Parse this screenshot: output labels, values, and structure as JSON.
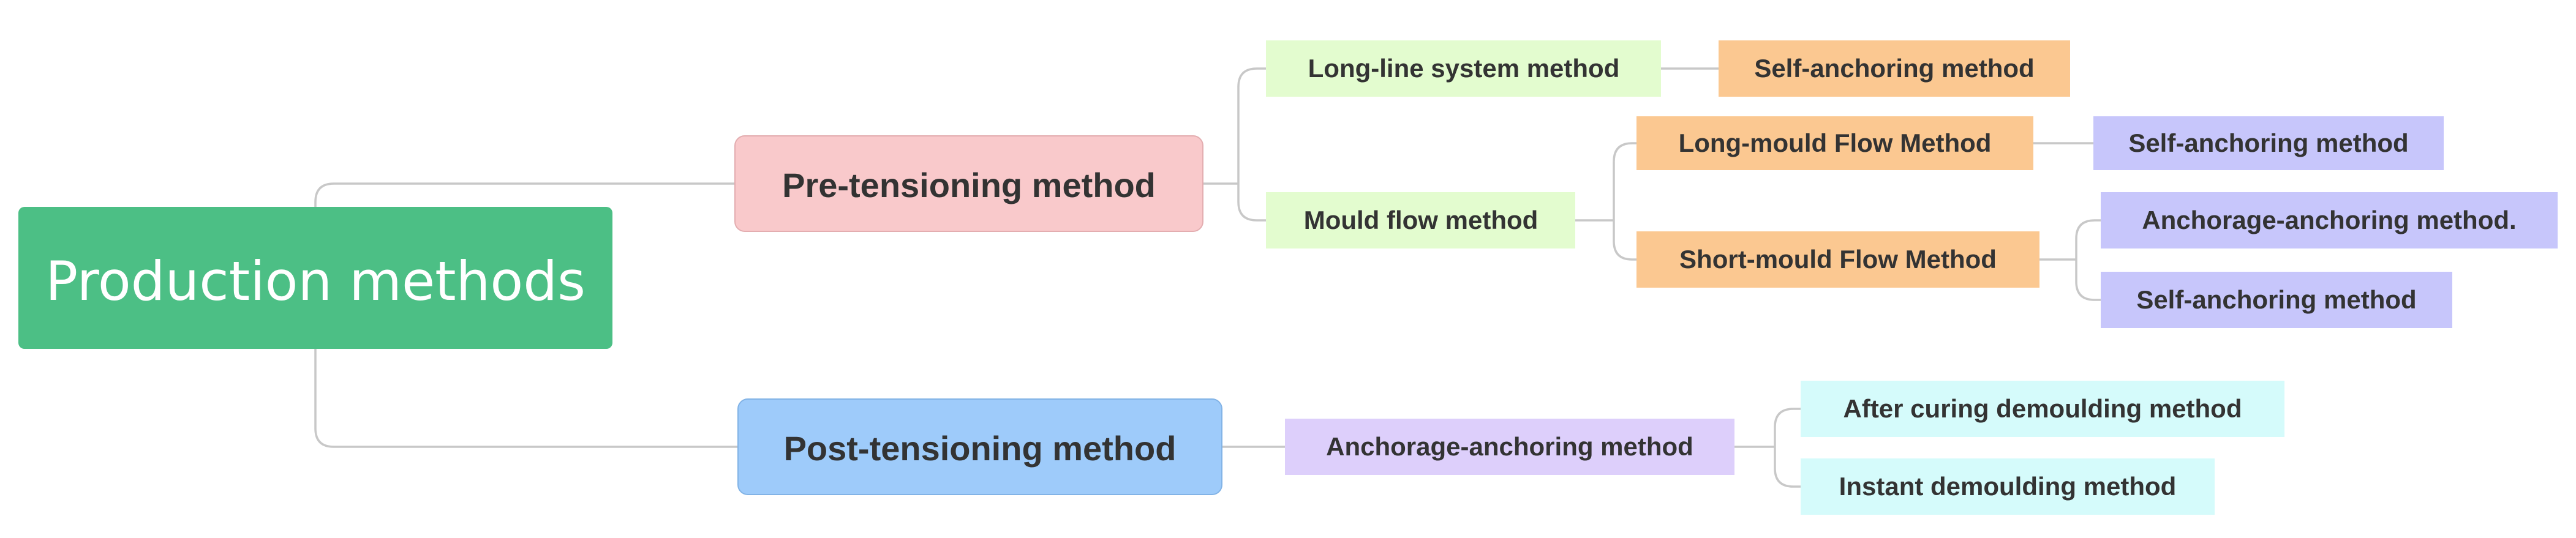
{
  "colors": {
    "root": "#4cbf85",
    "pre_tensioning": "#f9c9cb",
    "post_tensioning": "#9ecbfa",
    "light_green": "#e3fccf",
    "orange": "#fbc891",
    "lavender": "#c7c6fb",
    "purple": "#ddcffb",
    "cyan": "#d5fbfb",
    "connector": "#c8c8c8"
  },
  "root": {
    "label": "Production methods"
  },
  "branches": {
    "pre_tensioning": {
      "label": "Pre-tensioning method",
      "long_line": {
        "label": "Long-line system method",
        "child": "Self-anchoring method"
      },
      "mould_flow": {
        "label": "Mould flow method",
        "long_mould": {
          "label": "Long-mould Flow Method",
          "child": "Self-anchoring method"
        },
        "short_mould": {
          "label": "Short-mould Flow Method",
          "children": [
            "Anchorage-anchoring method.",
            "Self-anchoring method"
          ]
        }
      }
    },
    "post_tensioning": {
      "label": "Post-tensioning method",
      "anchorage": {
        "label": "Anchorage-anchoring method",
        "children": [
          "After curing demoulding method",
          "Instant demoulding method"
        ]
      }
    }
  }
}
